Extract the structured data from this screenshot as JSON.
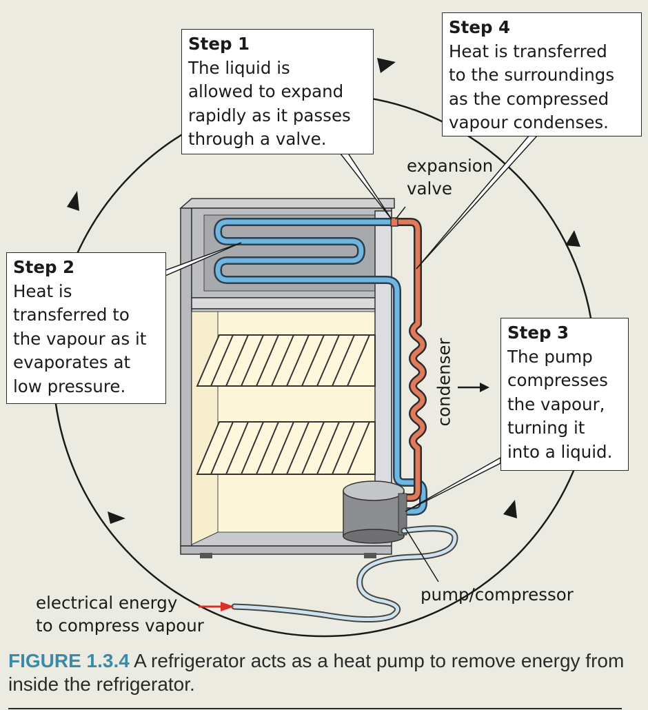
{
  "steps": [
    {
      "title": "Step 1",
      "text": "The liquid is\nallowed to expand\nrapidly as it passes\nthrough a valve."
    },
    {
      "title": "Step 2",
      "text": "Heat is\ntransferred to\nthe vapour as it\nevaporates at\nlow pressure."
    },
    {
      "title": "Step 3",
      "text": "The pump\ncompresses\nthe vapour,\nturning it\ninto a liquid."
    },
    {
      "title": "Step 4",
      "text": "Heat is transferred\nto the surroundings\nas the compressed\nvapour condenses."
    }
  ],
  "labels": {
    "expansion_valve": "expansion\nvalve",
    "condenser": "condenser",
    "pump_compressor": "pump/compressor",
    "electrical_energy": "electrical energy\nto compress vapour"
  },
  "caption": {
    "number": "FIGURE 1.3.4",
    "text": " A refrigerator acts as a heat pump to remove energy from inside the refrigerator."
  },
  "colors": {
    "evaporator_pipe": "#6fb6e0",
    "condenser_pipe": "#e07a5a",
    "energy_arrow": "#d9302a",
    "caption_number": "#3a8aa8",
    "fridge_interior": "#fdf6d8"
  }
}
